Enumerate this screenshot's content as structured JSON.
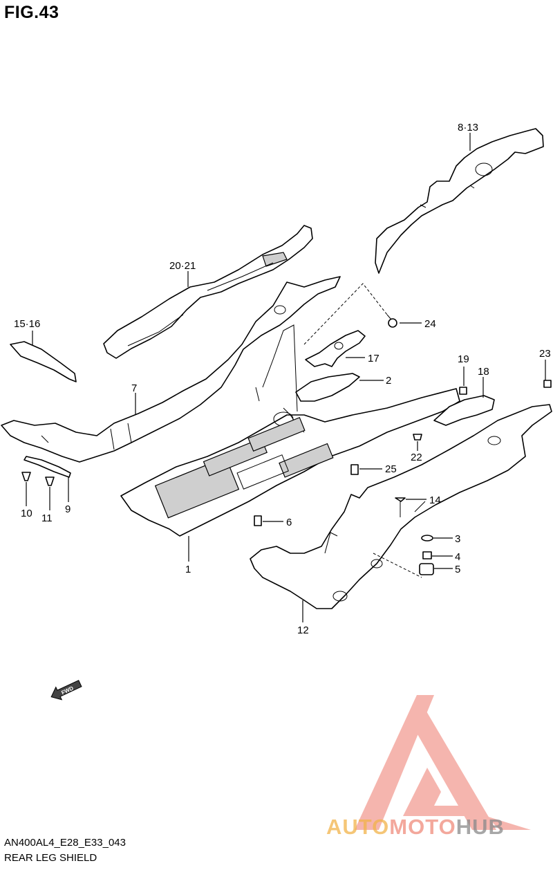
{
  "figure": {
    "title": "FIG.43",
    "code": "AN400AL4_E28_E33_043",
    "name": "REAR LEG SHIELD"
  },
  "callouts": [
    {
      "id": "c-8-13",
      "text": "8·13"
    },
    {
      "id": "c-20-21",
      "text": "20·21"
    },
    {
      "id": "c-24",
      "text": "24"
    },
    {
      "id": "c-15-16",
      "text": "15·16"
    },
    {
      "id": "c-17",
      "text": "17"
    },
    {
      "id": "c-19",
      "text": "19"
    },
    {
      "id": "c-18",
      "text": "18"
    },
    {
      "id": "c-23",
      "text": "23"
    },
    {
      "id": "c-2",
      "text": "2"
    },
    {
      "id": "c-7",
      "text": "7"
    },
    {
      "id": "c-22",
      "text": "22"
    },
    {
      "id": "c-25",
      "text": "25"
    },
    {
      "id": "c-14",
      "text": "14"
    },
    {
      "id": "c-10",
      "text": "10"
    },
    {
      "id": "c-11",
      "text": "11"
    },
    {
      "id": "c-9",
      "text": "9"
    },
    {
      "id": "c-6",
      "text": "6"
    },
    {
      "id": "c-3",
      "text": "3"
    },
    {
      "id": "c-4",
      "text": "4"
    },
    {
      "id": "c-5",
      "text": "5"
    },
    {
      "id": "c-1",
      "text": "1"
    },
    {
      "id": "c-12",
      "text": "12"
    }
  ],
  "fwd_label": "FWD",
  "watermark": {
    "part1": "AUTO",
    "part2": "MOTO",
    "part3": "HUB",
    "colors": {
      "auto": "#f2b34a",
      "moto": "#f08c7c",
      "hub": "#8a8a8a",
      "logo": "#f4a9a0"
    }
  }
}
